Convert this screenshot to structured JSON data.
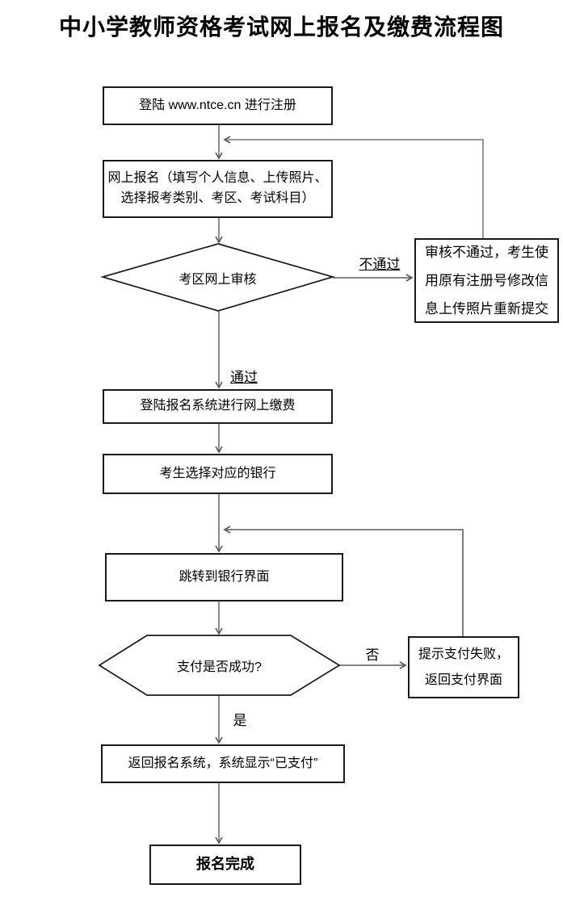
{
  "title": "中小学教师资格考试网上报名及缴费流程图",
  "nodes": {
    "register": "登陆 www.ntce.cn 进行注册",
    "apply": "网上报名（填写个人信息、上传照片、\n选择报考类别、考区、考试科目）",
    "review": "考区网上审核",
    "review_fail": "审核不通过，考生使\n用原有注册号修改信\n息上传照片重新提交",
    "pay_login": "登陆报名系统进行网上缴费",
    "choose_bank": "考生选择对应的银行",
    "bank_page": "跳转到银行界面",
    "pay_check": "支付是否成功?",
    "pay_fail": "提示支付失败，\n返回支付界面",
    "return_system": "返回报名系统，系统显示“已支付”",
    "complete": "报名完成"
  },
  "edge_labels": {
    "not_pass": "不通过",
    "pass": "通过",
    "no": "否",
    "yes": "是"
  },
  "colors": {
    "connector": "#707070",
    "shape_border": "#1a1a1a",
    "text": "#000000",
    "background": "#ffffff"
  }
}
